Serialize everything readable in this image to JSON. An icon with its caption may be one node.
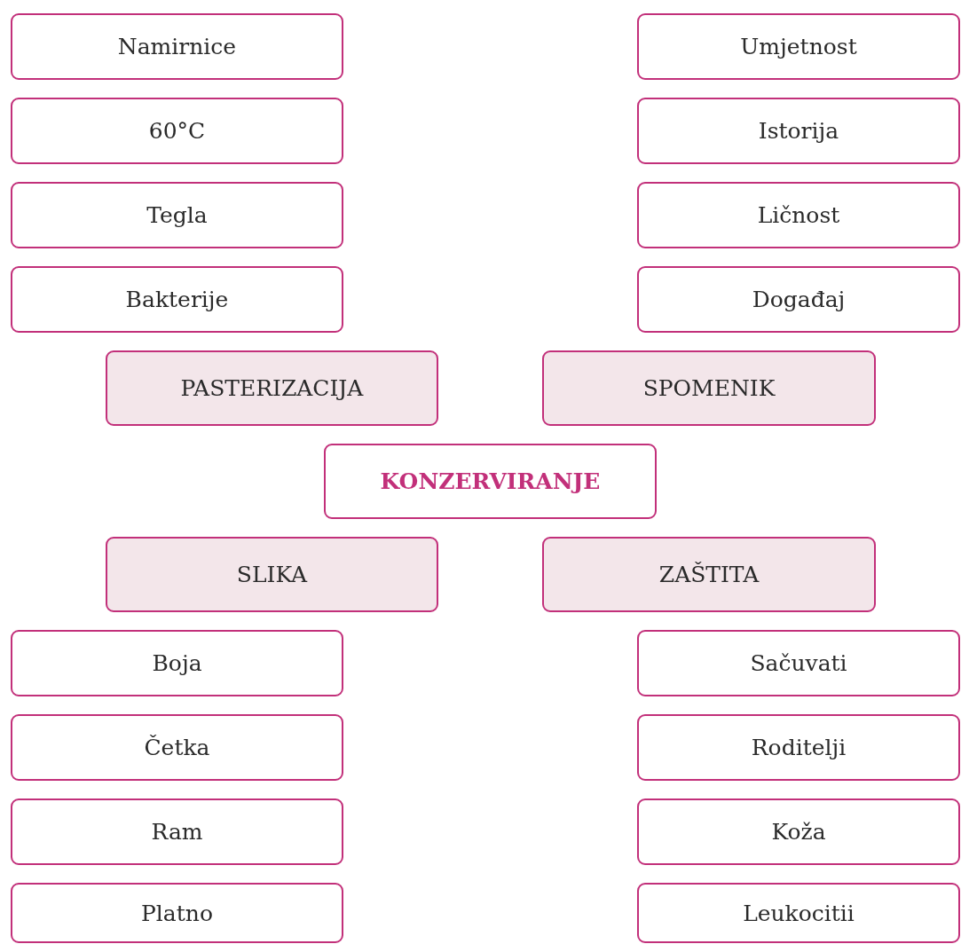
{
  "diagram": {
    "nodes": [
      {
        "text": [
          "Namirnice"
        ]
      },
      {
        "text": [
          "Umjetnost"
        ]
      },
      {
        "text": [
          "60°C"
        ]
      },
      {
        "text": [
          "Istorija"
        ]
      },
      {
        "text": [
          "Tegla"
        ]
      },
      {
        "text": [
          "Ličnost"
        ]
      },
      {
        "text": [
          "Bakterije"
        ]
      },
      {
        "text": [
          "Događaj"
        ]
      },
      {
        "text": [
          "PASTERIZACIJA"
        ]
      },
      {
        "text": [
          "SPOMENIK"
        ]
      },
      {
        "text": [
          "KONZERVIRANJE"
        ]
      },
      {
        "text": [
          "SLIKA"
        ]
      },
      {
        "text": [
          "ZAŠTITA"
        ]
      },
      {
        "text": [
          "Boja"
        ]
      },
      {
        "text": [
          "Sačuvati"
        ]
      },
      {
        "text": [
          "Četka"
        ]
      },
      {
        "text": [
          "Roditelji"
        ]
      },
      {
        "text": [
          "Ram"
        ]
      },
      {
        "text": [
          "Koža"
        ]
      },
      {
        "text": [
          "Platno"
        ]
      },
      {
        "text": [
          "Leukocitii"
        ]
      }
    ],
    "edges": []
  }
}
